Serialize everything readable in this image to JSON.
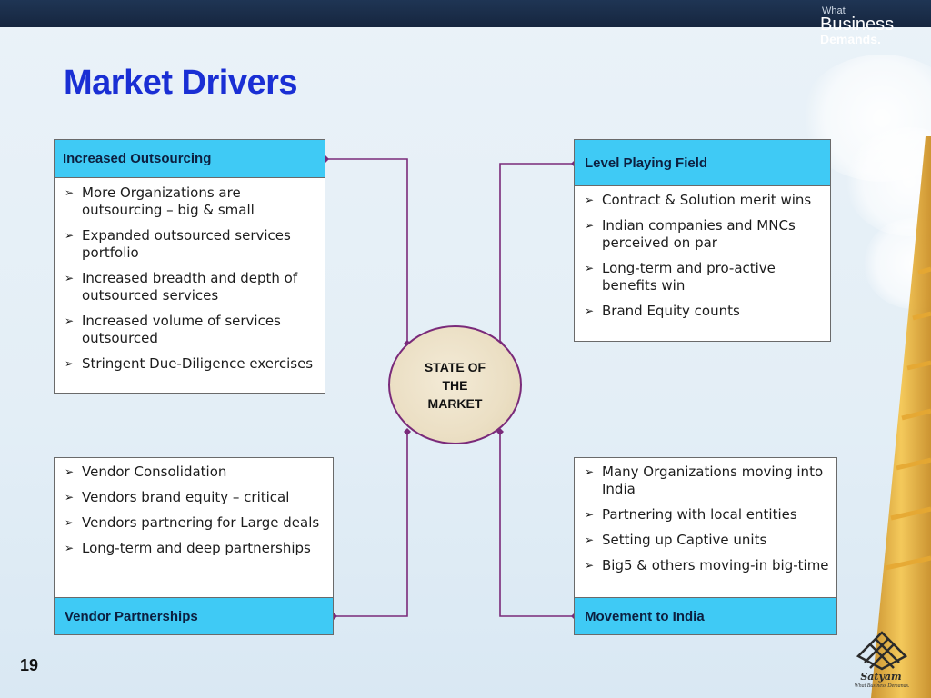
{
  "brand": {
    "what": "What",
    "business": "Business",
    "demands": "Demands."
  },
  "title": "Market Drivers",
  "center": {
    "label": "STATE OF\nTHE\nMARKET"
  },
  "boxes": {
    "top_left": {
      "header": "Increased Outsourcing",
      "items": [
        "More Organizations are outsourcing – big & small",
        "Expanded outsourced services portfolio",
        "Increased breadth and depth of outsourced services",
        "Increased volume of services outsourced",
        "Stringent Due-Diligence exercises"
      ]
    },
    "top_right": {
      "header": "Level Playing Field",
      "items": [
        "Contract & Solution merit wins",
        "Indian companies and MNCs perceived on par",
        "Long-term and pro-active benefits win",
        "Brand Equity counts"
      ]
    },
    "bottom_left": {
      "header": "Vendor Partnerships",
      "items": [
        "Vendor Consolidation",
        "Vendors brand equity – critical",
        "Vendors partnering for Large deals",
        "Long-term and deep partnerships"
      ]
    },
    "bottom_right": {
      "header": "Movement to India",
      "items": [
        "Many Organizations moving into India",
        "Partnering with local entities",
        "Setting up Captive units",
        "Big5 & others moving-in big-time"
      ]
    }
  },
  "page_number": "19",
  "logo": {
    "name": "Satyam",
    "tagline": "What Business Demands."
  },
  "colors": {
    "header_bg": "#3fcaf5",
    "title": "#1a2fd4",
    "connector": "#7a2a7a",
    "topbar": "#1f3554"
  }
}
